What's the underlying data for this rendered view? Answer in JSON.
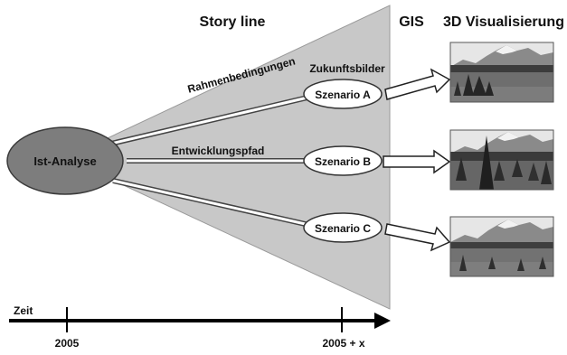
{
  "headers": {
    "story_line": "Story line",
    "gis": "GIS",
    "visualisierung": "3D Visualisierung"
  },
  "labels": {
    "rahmenbedingungen": "Rahmenbedingungen",
    "zukunftsbilder": "Zukunftsbilder",
    "entwicklungspfad": "Entwicklungspfad"
  },
  "start_node": {
    "label": "Ist-Analyse"
  },
  "scenarios": [
    {
      "label": "Szenario A"
    },
    {
      "label": "Szenario B"
    },
    {
      "label": "Szenario C"
    }
  ],
  "timeline": {
    "label": "Zeit",
    "start": "2005",
    "end": "2005 + x"
  },
  "colors": {
    "cone_fill": "#c8c8c8",
    "ellipse_fill": "#7d7d7d",
    "sky": "#e6e6e6",
    "mountain": "#8a8a8a",
    "meadow": "#6e6e6e",
    "forest": "#2f2f2f"
  }
}
